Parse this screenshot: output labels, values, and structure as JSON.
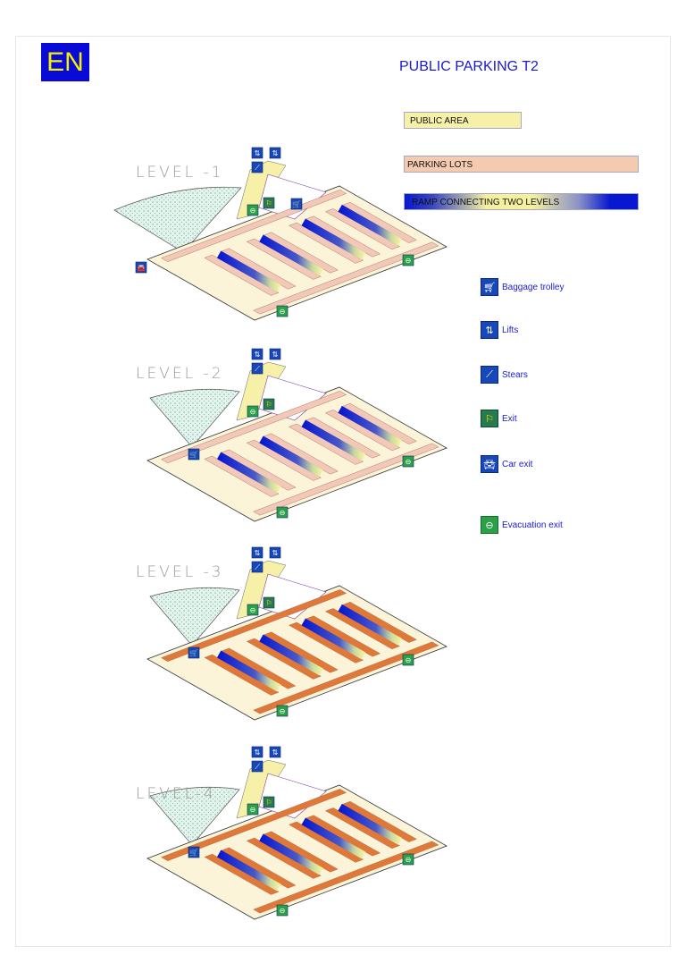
{
  "language_button": "EN",
  "title": "PUBLIC PARKING T2",
  "key": {
    "public_area": "PUBLIC AREA",
    "parking_lots": "PARKING LOTS",
    "ramp": "RAMP CONNECTING TWO LEVELS"
  },
  "colors": {
    "public_area": "#f6f0a8",
    "parking_lots": "#f4cbb0",
    "ramp_dark": "#0818d0",
    "ramp_light": "#f4f0a0",
    "stall_light": "#f2c8b8",
    "stall_dark": "#e07838",
    "icon_blue": "#1848b8",
    "icon_green": "#2aa048",
    "text_blue": "#1a1ad0"
  },
  "legend": [
    {
      "icon": "baggage-trolley-icon",
      "label": "Baggage trolley"
    },
    {
      "icon": "lifts-icon",
      "label": "Lifts"
    },
    {
      "icon": "stairs-icon",
      "label": "Stears"
    },
    {
      "icon": "exit-icon",
      "label": "Exit"
    },
    {
      "icon": "car-exit-icon",
      "label": "Car exit"
    },
    {
      "icon": "evacuation-exit-icon",
      "label": "Evacuation exit"
    }
  ],
  "levels": [
    {
      "label": "LEVEL  -1"
    },
    {
      "label": "LEVEL  -2"
    },
    {
      "label": "LEVEL  -3"
    },
    {
      "label": "LEVEL-4"
    }
  ]
}
